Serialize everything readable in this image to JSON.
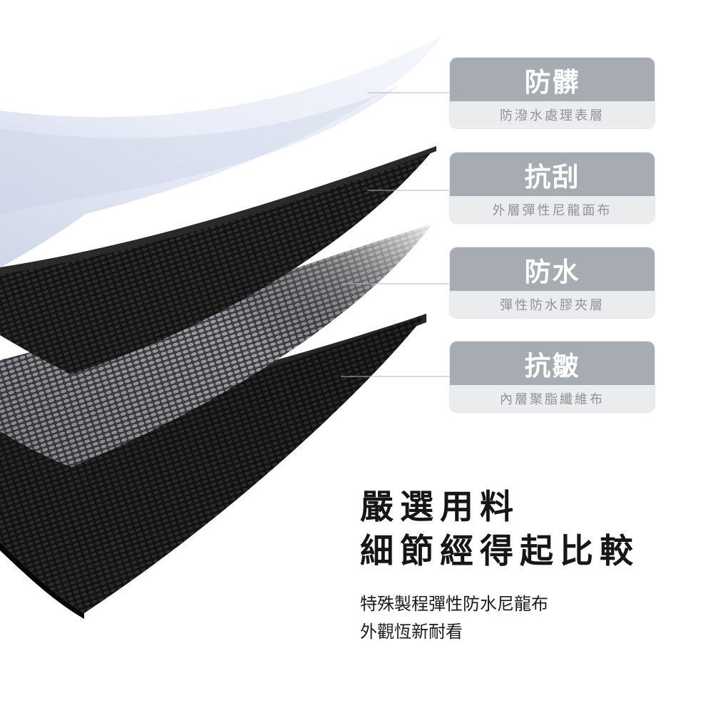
{
  "layers": [
    {
      "title": "防髒",
      "subtitle": "防潑水處理表層"
    },
    {
      "title": "抗刮",
      "subtitle": "外層彈性尼龍面布"
    },
    {
      "title": "防水",
      "subtitle": "彈性防水膠夾層"
    },
    {
      "title": "抗皺",
      "subtitle": "內層聚脂纖維布"
    }
  ],
  "headline": {
    "line1": "嚴選用料",
    "line2": "細節經得起比較"
  },
  "description": {
    "line1": "特殊製程彈性防水尼龍布",
    "line2": "外觀恆新耐看"
  },
  "colors": {
    "card_title_bg": "#a7acb2",
    "card_subtitle_bg": "#ebecee",
    "fabric_black": "#141414",
    "membrane_grey": "#8a8d91",
    "coating_blue": "#dfe4f3"
  }
}
